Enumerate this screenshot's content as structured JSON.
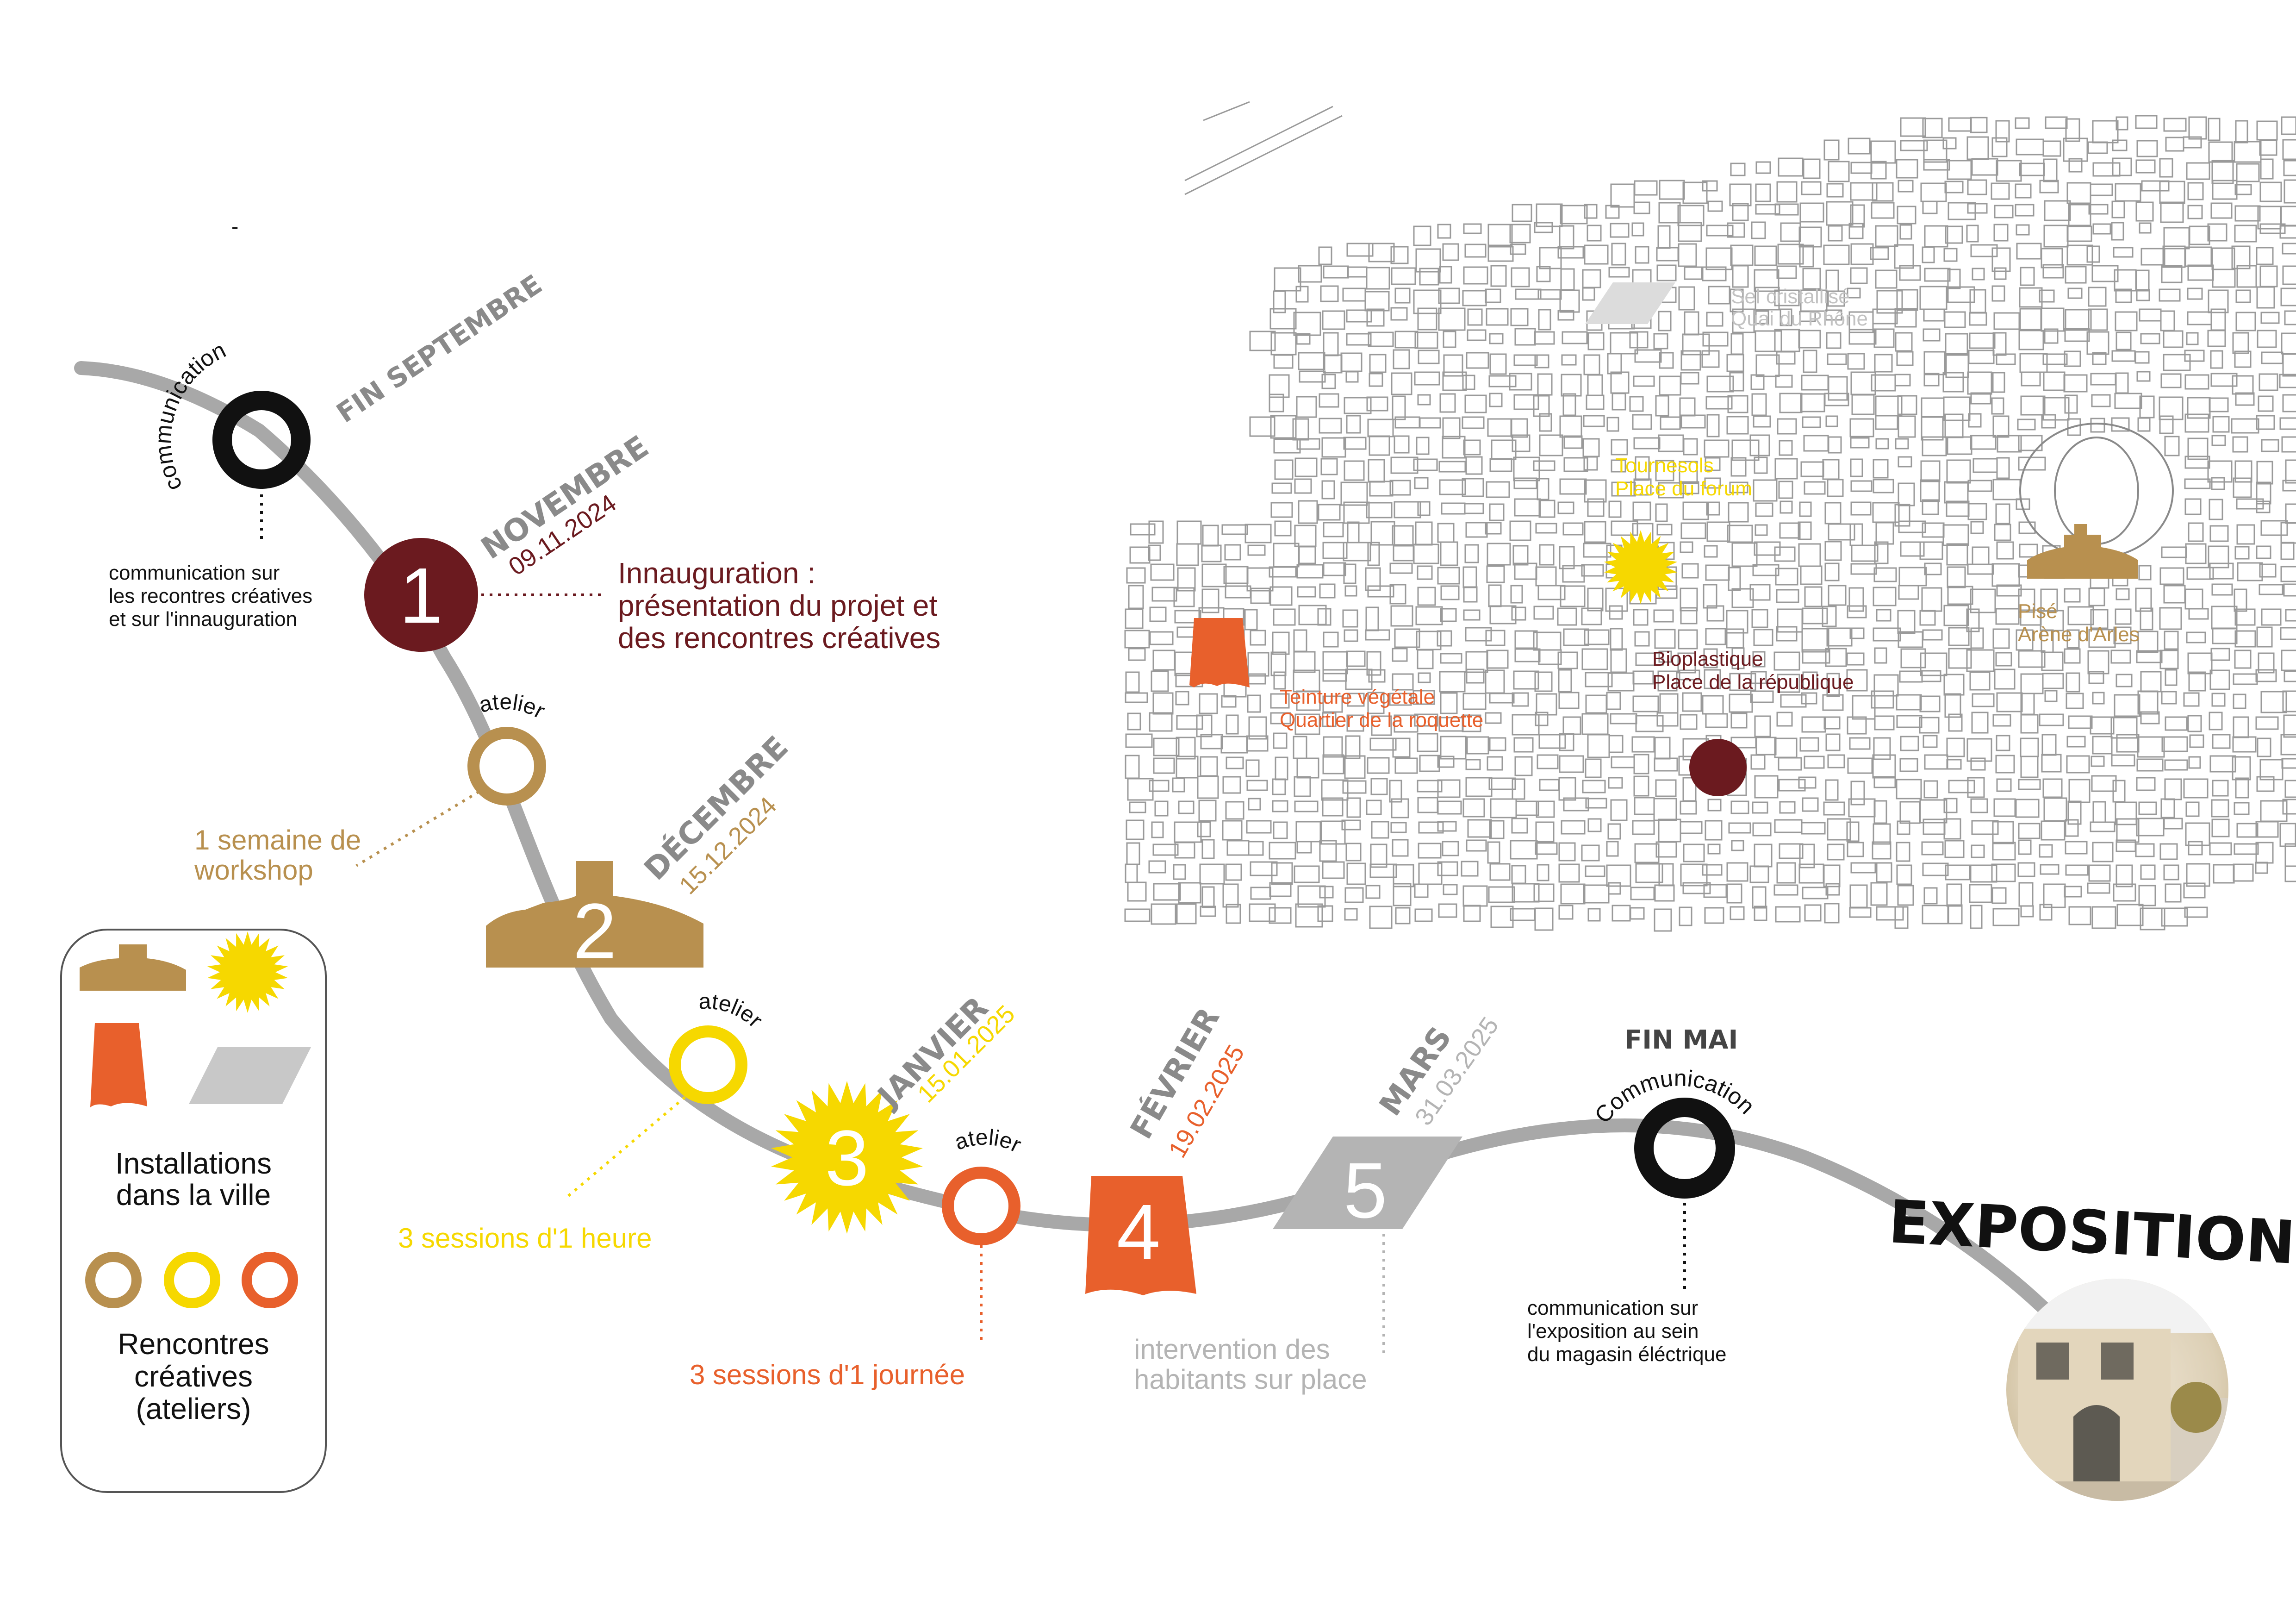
{
  "colors": {
    "black": "#111111",
    "maroon": "#6b1a1f",
    "gold": "#b8904f",
    "yellow": "#f6d800",
    "orange": "#e8602c",
    "gray": "#b4b4b4",
    "path": "#a8a8a8",
    "date_gray": "#8a8a8a"
  },
  "dash": "-",
  "steps": {
    "s0": {
      "label": "communication",
      "month": "FIN SEPTEMBRE",
      "note": [
        "communication sur",
        "les  recontres créatives",
        "et sur l'innauguration"
      ]
    },
    "s1": {
      "number": "1",
      "month": "NOVEMBRE",
      "date": "09.11.2024",
      "note": [
        "Innauguration :",
        "présentation du projet et",
        "des rencontres créatives"
      ]
    },
    "a1": {
      "label": "atelier",
      "note": [
        "1 semaine de",
        "workshop"
      ]
    },
    "s2": {
      "number": "2",
      "month": "DÉCEMBRE",
      "date": "15.12.2024"
    },
    "a2": {
      "label": "atelier",
      "note": "3 sessions d'1 heure"
    },
    "s3": {
      "number": "3",
      "month": "JANVIER",
      "date": "15.01.2025"
    },
    "a3": {
      "label": "atelier",
      "note": "3 sessions d'1 journée"
    },
    "s4": {
      "number": "4",
      "month": "FÉVRIER",
      "date": "19.02.2025"
    },
    "s5": {
      "number": "5",
      "month": "MARS",
      "date": "31.03.2025",
      "note": [
        "intervention des",
        "habitants sur place"
      ]
    },
    "s6": {
      "label": "Communication",
      "month": "FIN MAI",
      "note": [
        "communication sur",
        "l'exposition au sein",
        "du magasin éléctrique"
      ]
    },
    "final": {
      "title": "EXPOSITION"
    }
  },
  "legend": {
    "installations": [
      "Installations",
      "dans la ville"
    ],
    "rencontres": [
      "Rencontres",
      "créatives",
      "(ateliers)"
    ]
  },
  "map_labels": {
    "sel": [
      "Sel cristallisé",
      "Quai du Rhône"
    ],
    "tournesols": [
      "Tournesols",
      "Place du forum"
    ],
    "pise": [
      "Pisé",
      "Arène d'Arles"
    ],
    "bioplastique": [
      "Bioplastique",
      "Place de la république"
    ],
    "teinture": [
      "Teinture végétale",
      "Quartier de la roquette"
    ]
  }
}
